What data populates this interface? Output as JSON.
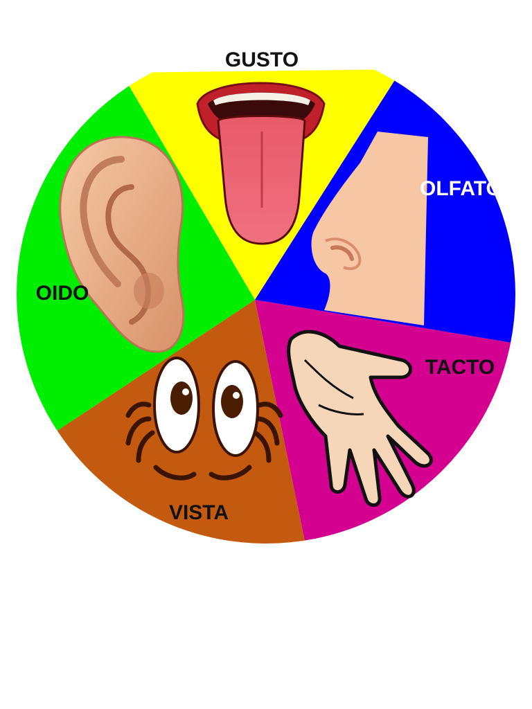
{
  "wheel": {
    "segments": [
      {
        "key": "gusto",
        "label": "GUSTO",
        "color": "#ffff00",
        "label_color": "#111111",
        "icon": "mouth-tongue-icon"
      },
      {
        "key": "olfato",
        "label": "OLFATO",
        "color": "#0000ff",
        "label_color": "#ffffff",
        "icon": "nose-icon"
      },
      {
        "key": "tacto",
        "label": "TACTO",
        "color": "#d4008f",
        "label_color": "#111111",
        "icon": "hand-icon"
      },
      {
        "key": "vista",
        "label": "VISTA",
        "color": "#c45a10",
        "label_color": "#111111",
        "icon": "eyes-icon"
      },
      {
        "key": "oido",
        "label": "OIDO",
        "color": "#00ee00",
        "label_color": "#111111",
        "icon": "ear-icon"
      }
    ]
  }
}
